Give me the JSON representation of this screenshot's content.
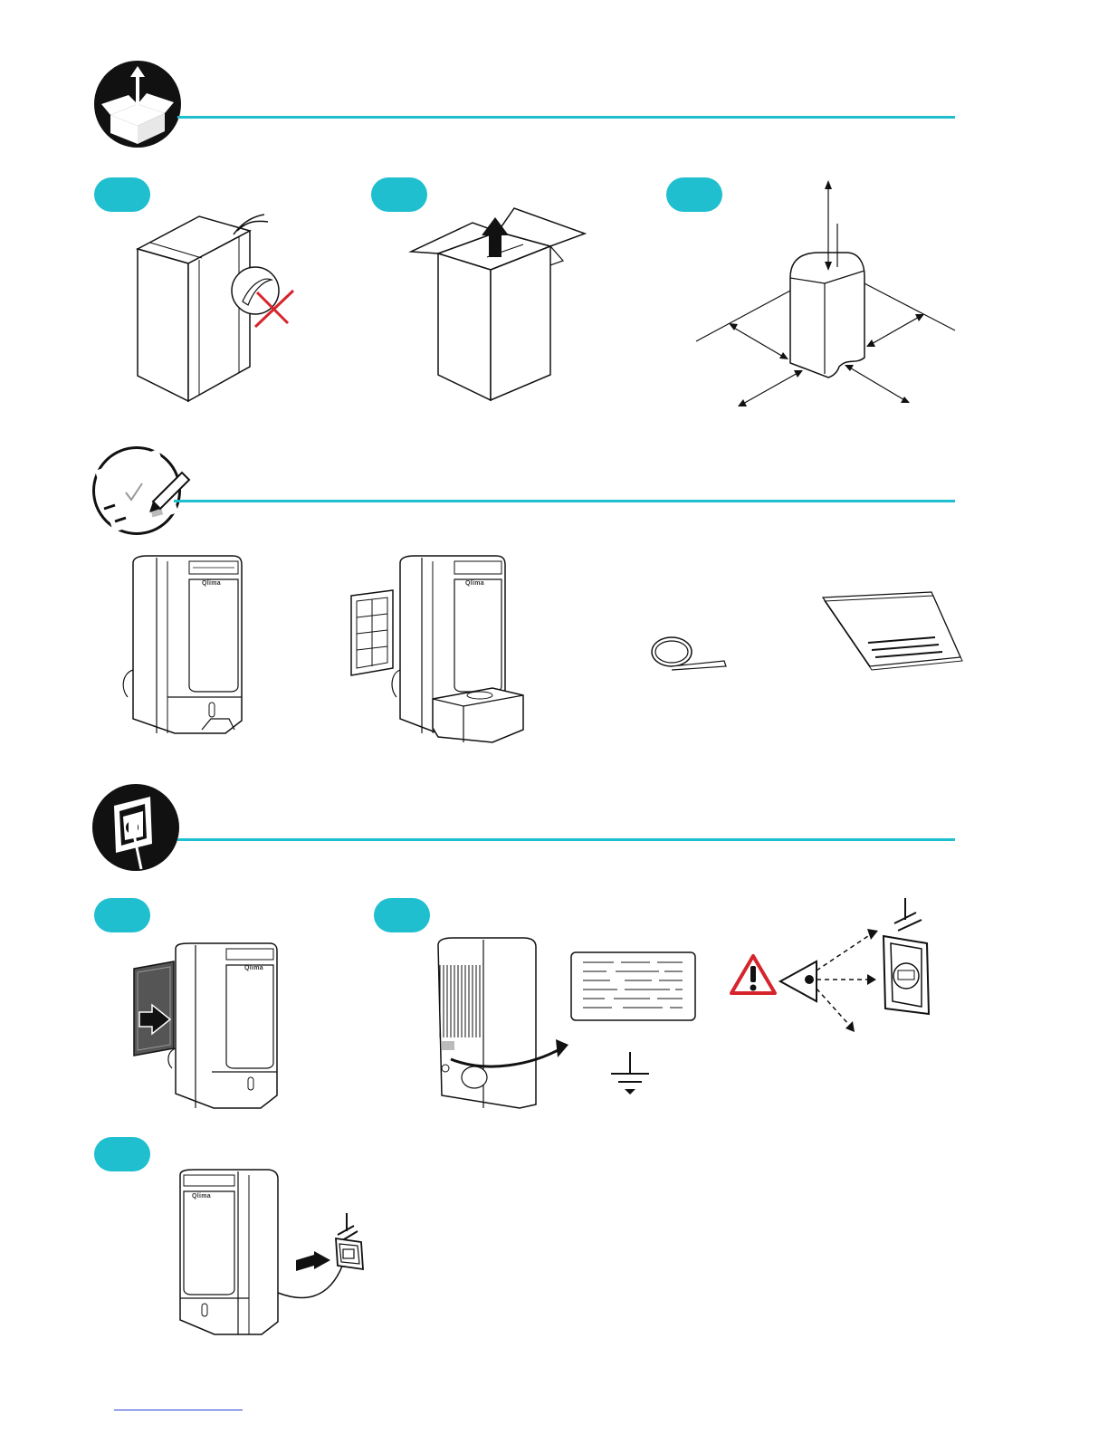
{
  "colors": {
    "accent": "#1fbfcf",
    "ink": "#111111",
    "warning": "#d6242c",
    "link": "#2a3fd6"
  },
  "brand_label": "Qlima",
  "sections": [
    {
      "icon": "unboxing-icon",
      "steps": [
        "",
        "",
        ""
      ]
    },
    {
      "icon": "checklist-icon",
      "items": [
        "unit",
        "unit-open",
        "hose",
        "manual"
      ]
    },
    {
      "icon": "power-plug-icon",
      "steps": [
        "",
        "",
        ""
      ]
    }
  ]
}
